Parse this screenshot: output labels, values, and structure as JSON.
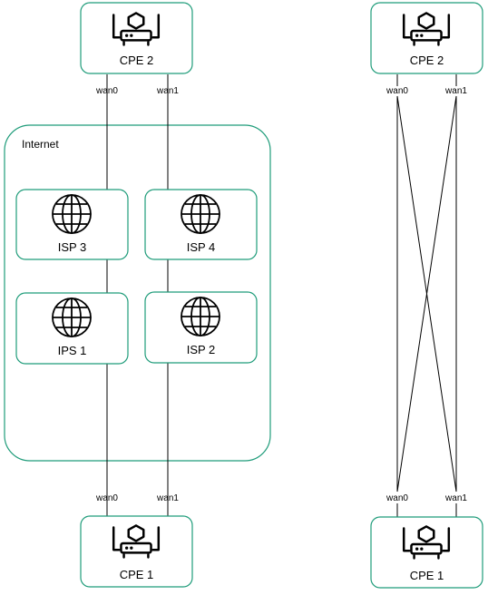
{
  "left_diagram": {
    "region_label": "Internet",
    "top_device": {
      "label": "CPE 2",
      "icon": "cpe-router-icon",
      "ports": [
        "wan0",
        "wan1"
      ]
    },
    "bottom_device": {
      "label": "CPE 1",
      "icon": "cpe-router-icon",
      "ports": [
        "wan0",
        "wan1"
      ]
    },
    "isps": [
      {
        "label": "ISP 3",
        "icon": "globe-icon"
      },
      {
        "label": "ISP 4",
        "icon": "globe-icon"
      },
      {
        "label": "IPS 1",
        "icon": "globe-icon"
      },
      {
        "label": "ISP 2",
        "icon": "globe-icon"
      }
    ]
  },
  "right_diagram": {
    "top_device": {
      "label": "CPE 2",
      "icon": "cpe-router-icon",
      "ports": [
        "wan0",
        "wan1"
      ]
    },
    "bottom_device": {
      "label": "CPE 1",
      "icon": "cpe-router-icon",
      "ports": [
        "wan0",
        "wan1"
      ]
    }
  },
  "colors": {
    "border": "#1f9c7a",
    "line": "#000000"
  }
}
